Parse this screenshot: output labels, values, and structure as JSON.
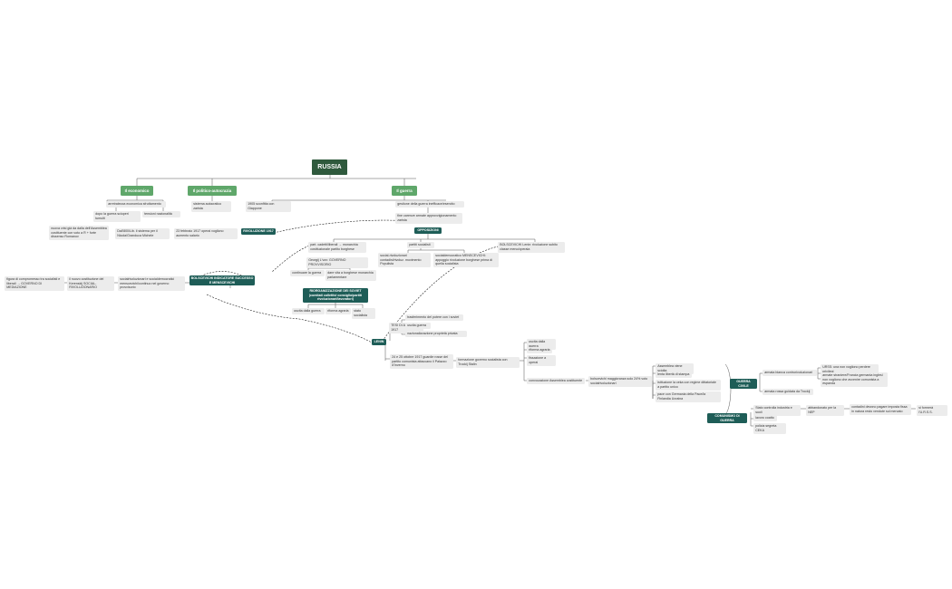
{
  "root": "RUSSIA",
  "branches": {
    "economico": "Il economico",
    "politico": "Il politico-autocrazia",
    "guerra": "Il guerra"
  },
  "economico": {
    "arretratezza": "arretratezza economica sfruttamento",
    "dopoguerra": "dopo la guerra scioperi tumulti",
    "nazionalita": "tensioni nazionalità"
  },
  "politico": {
    "sistema": "sistema autocratico zarista"
  },
  "guerra": {
    "perdite": "1905 sconfitta con Giappone",
    "gestione": "gestione della guerra inefficace/esercito",
    "fine": "fine carenze armate approvvigionamento zarista"
  },
  "rivoluzione": {
    "title": "RIVOLUZIONE 1917",
    "nodo_sx": "nuova crisi già da dalla dell'Assemblea costituente con voto a R + forte dissenso Romanov",
    "dal1800": "Dall'800/Lib. il sistema per il Nicola/Granduca Michele",
    "febbraio": "23 febbraio 1917 operai vogliono aumento salario"
  },
  "opposizioni": {
    "title": "OPPOSIZIONI",
    "cadetti": "part. cadetti/liberali → monarchia costituzionale partito borghese",
    "partiti": "partiti socialisti",
    "bolscevichi": "BOLSCEVICHI Lenin: rivoluzione subito classe meno/operaia",
    "soc_riv": "social-rivoluzionari contadini/rivoluz. movimento Populista",
    "menscevichi": "socialdemocratico MENSCEVICHI: appoggio rivoluzione borghese prima di quella socialista"
  },
  "governo": {
    "lvov": "Georgij L'vov: GOVERNO PROVVISORIO",
    "continuare": "continuare la guerra",
    "dare": "dare vita a borghese monarchia parlamentare"
  },
  "soviet": {
    "title": "RIORGANIZZAZIONE DEI SOVIET (comitati collettivi consiglio/partiti rivoluzionari/lavoratori)",
    "c1": "uscita dalla guerra",
    "c2": "riforma agraria",
    "c3": "stato socialista"
  },
  "bolscevichi_box": {
    "title": "BOLSCEVICHI INDICATORE SUCCESSO E MENSCEVICHI",
    "figura": "figura di compromesso tra socialisti e liberali → GOVERNO DI MEDIAZIONE",
    "nuovo": "il nuovo costituzione del Kerenskij SOCIAL-RIVOLUZIONARIO",
    "socialrivoluzionari": "socialrivoluzionari e socialdemocratici menscevichi/continuo nel governo provvisorio"
  },
  "lenin": {
    "title": "LENIN",
    "tesi": "TESI DI APRILE 4-1917",
    "t1": "trasferimento del potere con i soviet",
    "t2": "uscita guerra",
    "t3": "nazionalizzazione proprietà privata",
    "ottobre": "24 e 25 ottobre 1917 guardie rosse del partito comunista attaccano il Palazzo d'Inverno",
    "formazione": "formazione governo socialista con Trockij Stalin",
    "f1": "uscita dalla guerra",
    "f2": "riforma agraria",
    "f3": "fissazione a operai",
    "convocazione": "convocazione Assemblea costituente",
    "bolscevichi_magg": "bolscevichi maggioranza solo 24% voto socialrivoluzionari",
    "c1": "Assemblea viene sciolta",
    "c2": "lenta libertà di stampa",
    "c3": "istituzione la ceka con regime dittatoriale a partito unico",
    "c4": "pace con Germania della Pace/la Finlandia Ucraina"
  },
  "guerra_civile": {
    "title": "GUERRA CIVILE",
    "armata_bianca": "armata bianca controrivoluzionari",
    "urss": "URSS: una non vogliono perdere privilegi",
    "armate_straniere": "armate straniere/Francia germania inglesi non vogliono che avvenire comunista a espanda",
    "armata_rossa": "armata rossa guidata da Trockij"
  },
  "comunismo_guerra": {
    "title": "COMUNISMO DI GUERRA",
    "statale": "Stato controlla industria e suoli",
    "abbandonato": "abbandonato per la NEP",
    "contadini": "contadini devono pagare imposta fissa in natura resto vendute sul mercato",
    "fine": "si formerà l'U.R.S.S.",
    "lavoro": "lavoro coatto",
    "polizia": "polizia segreta CEKA"
  },
  "colors": {
    "root": "#2f5a3d",
    "branch": "#5fa76a",
    "dark": "#1e5d57",
    "leaf": "#ececec"
  }
}
